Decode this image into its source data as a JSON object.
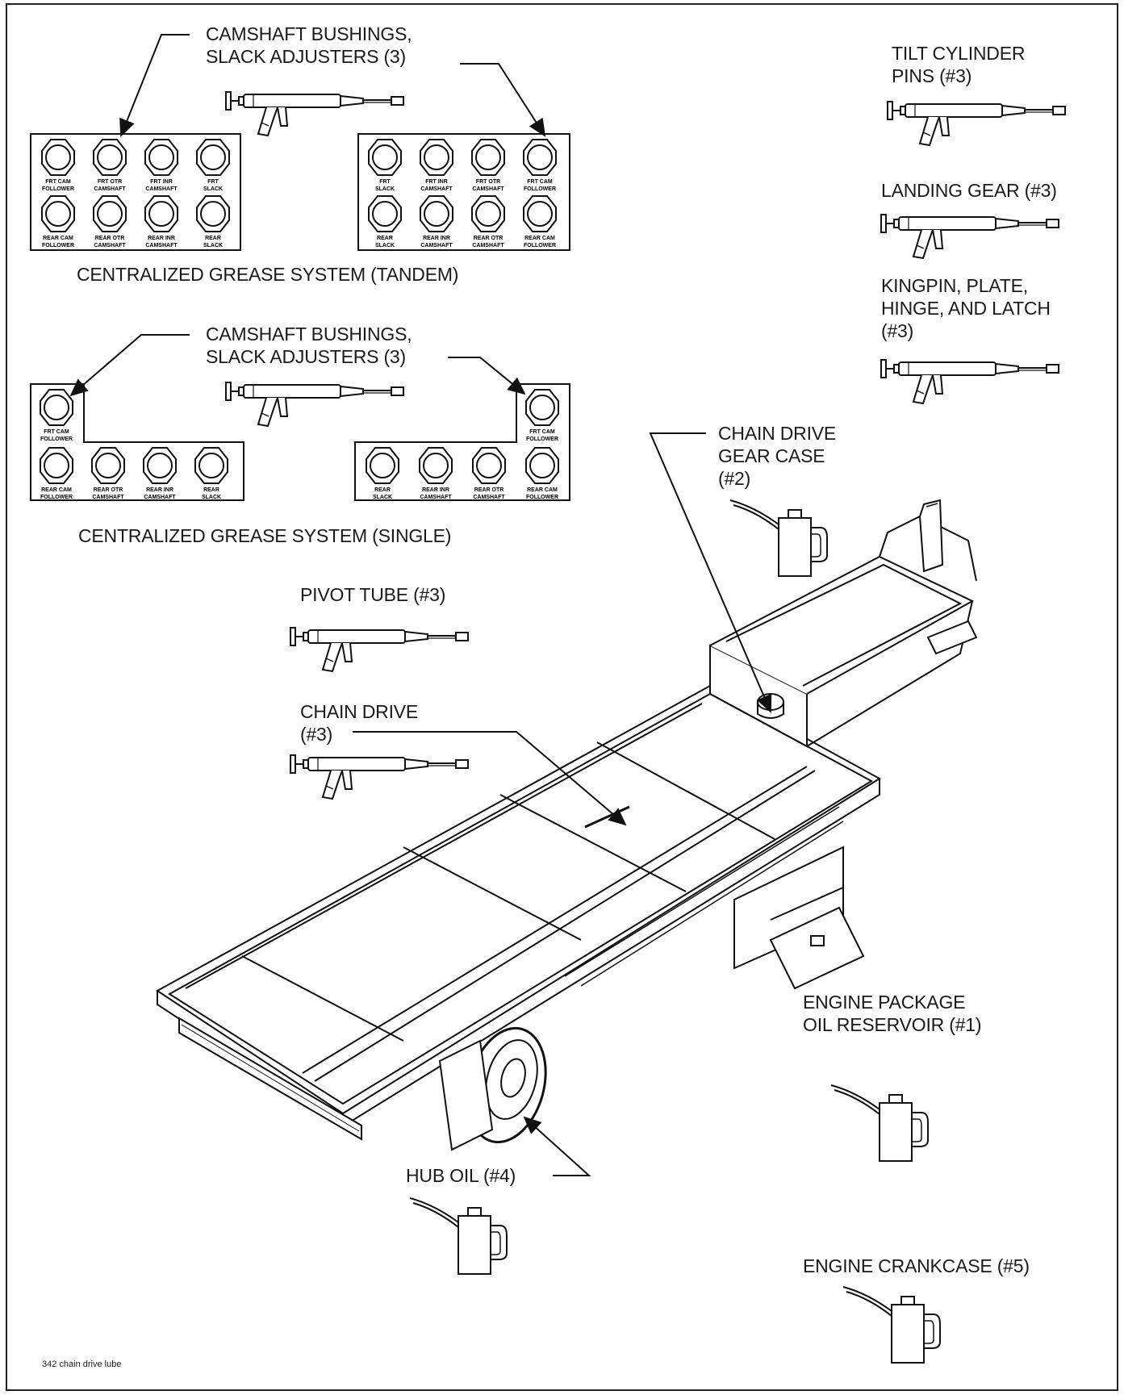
{
  "labels": {
    "tandem_callout": [
      "CAMSHAFT BUSHINGS,",
      "SLACK ADJUSTERS (3)"
    ],
    "tandem_caption": "CENTRALIZED GREASE SYSTEM (TANDEM)",
    "single_callout": [
      "CAMSHAFT BUSHINGS,",
      "SLACK ADJUSTERS (3)"
    ],
    "single_caption": "CENTRALIZED GREASE SYSTEM (SINGLE)",
    "tilt_cylinder": [
      "TILT CYLINDER",
      "PINS (#3)"
    ],
    "landing_gear": "LANDING GEAR (#3)",
    "kingpin": [
      "KINGPIN, PLATE,",
      "HINGE, AND LATCH",
      "(#3)"
    ],
    "chain_drive_gear_case": [
      "CHAIN DRIVE",
      "GEAR CASE",
      "(#2)"
    ],
    "pivot_tube": "PIVOT TUBE (#3)",
    "chain_drive": [
      "CHAIN DRIVE",
      "(#3)"
    ],
    "engine_package": [
      "ENGINE PACKAGE",
      "OIL RESERVOIR (#1)"
    ],
    "hub_oil": "HUB OIL (#4)",
    "engine_crankcase": "ENGINE CRANKCASE (#5)",
    "figure_id": "342 chain drive lube"
  },
  "tandem_fittings": {
    "left_top": [
      [
        "FRT CAM",
        "FOLLOWER"
      ],
      [
        "FRT OTR",
        "CAMSHAFT"
      ],
      [
        "FRT INR",
        "CAMSHAFT"
      ],
      [
        "FRT",
        "SLACK"
      ]
    ],
    "left_bottom": [
      [
        "REAR CAM",
        "FOLLOWER"
      ],
      [
        "REAR OTR",
        "CAMSHAFT"
      ],
      [
        "REAR INR",
        "CAMSHAFT"
      ],
      [
        "REAR",
        "SLACK"
      ]
    ],
    "right_top": [
      [
        "FRT",
        "SLACK"
      ],
      [
        "FRT INR",
        "CAMSHAFT"
      ],
      [
        "FRT OTR",
        "CAMSHAFT"
      ],
      [
        "FRT CAM",
        "FOLLOWER"
      ]
    ],
    "right_bottom": [
      [
        "REAR",
        "SLACK"
      ],
      [
        "REAR INR",
        "CAMSHAFT"
      ],
      [
        "REAR OTR",
        "CAMSHAFT"
      ],
      [
        "REAR CAM",
        "FOLLOWER"
      ]
    ]
  },
  "single_fittings": {
    "left_top": [
      [
        "FRT CAM",
        "FOLLOWER"
      ]
    ],
    "left_bottom": [
      [
        "REAR CAM",
        "FOLLOWER"
      ],
      [
        "REAR OTR",
        "CAMSHAFT"
      ],
      [
        "REAR INR",
        "CAMSHAFT"
      ],
      [
        "REAR",
        "SLACK"
      ]
    ],
    "right_top": [
      [
        "FRT CAM",
        "FOLLOWER"
      ]
    ],
    "right_bottom": [
      [
        "REAR",
        "SLACK"
      ],
      [
        "REAR INR",
        "CAMSHAFT"
      ],
      [
        "REAR OTR",
        "CAMSHAFT"
      ],
      [
        "REAR CAM",
        "FOLLOWER"
      ]
    ]
  },
  "icons": [
    "grease-gun-icon",
    "oil-can-icon",
    "trailer-illustration"
  ]
}
